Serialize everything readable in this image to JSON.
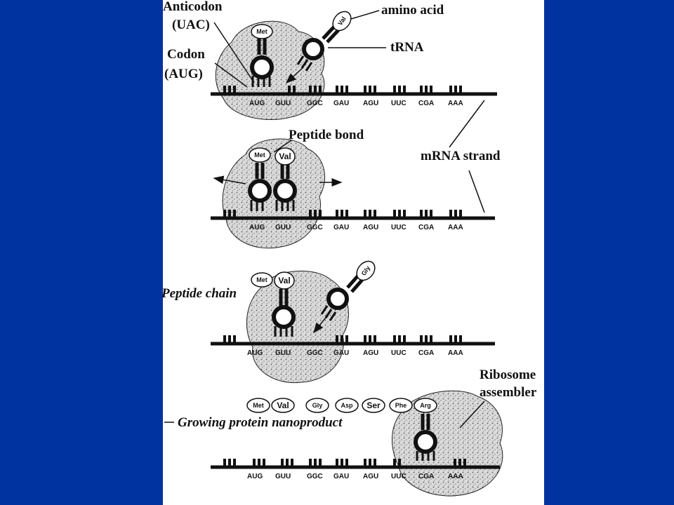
{
  "colors": {
    "background": "#0033a0",
    "panel": "#ffffff",
    "ink": "#111111",
    "ribosome": "#d9d9d9"
  },
  "labels": {
    "anticodon": "Anticodon",
    "anticodon_seq": "(UAC)",
    "codon": "Codon",
    "codon_seq": "(AUG)",
    "amino_acid": "amino acid",
    "trna": "tRNA",
    "peptide_bond": "Peptide bond",
    "mrna_strand": "mRNA strand",
    "peptide_chain": "Peptide chain",
    "ribosome_1": "Ribosome",
    "ribosome_2": "assembler",
    "growing_protein": "Growing protein nanoproduct"
  },
  "codons": [
    "AUG",
    "GUU",
    "GGC",
    "GAU",
    "AGU",
    "UUC",
    "CGA",
    "AAA"
  ],
  "amino_acids": {
    "met": "Met",
    "val": "Val",
    "gly": "Gly",
    "asp": "Asp",
    "ser": "Ser",
    "phe": "Phe",
    "arg": "Arg"
  }
}
